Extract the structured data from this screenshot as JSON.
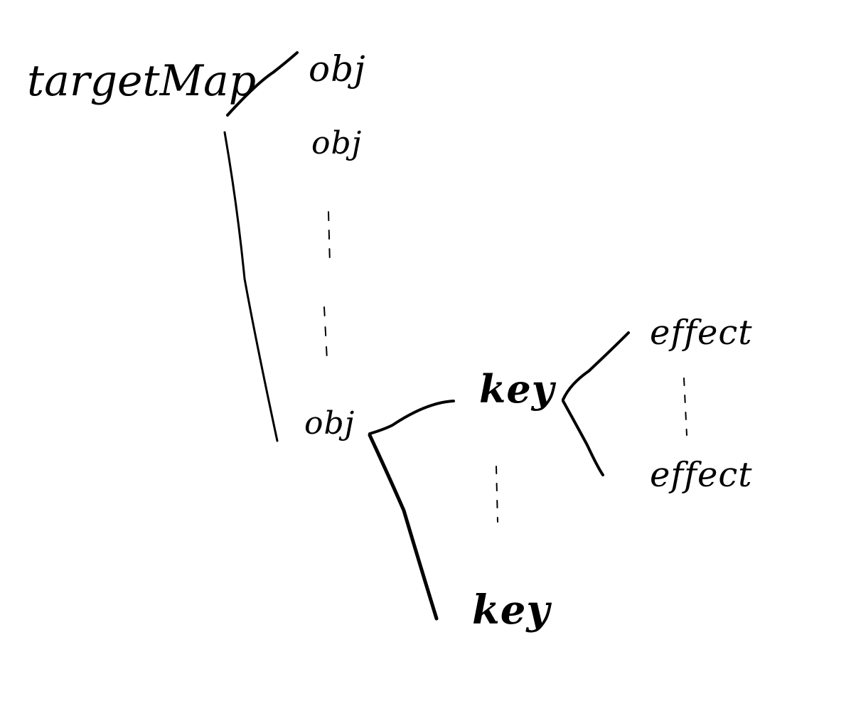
{
  "diagram": {
    "root": {
      "label": "targetMap"
    },
    "objects": [
      {
        "label": "obj"
      },
      {
        "label": "obj"
      },
      {
        "label": "obj"
      }
    ],
    "keys": [
      {
        "label": "key"
      },
      {
        "label": "key"
      }
    ],
    "effects": [
      {
        "label": "effect"
      },
      {
        "label": "effect"
      }
    ],
    "ink_color": "#000000"
  }
}
